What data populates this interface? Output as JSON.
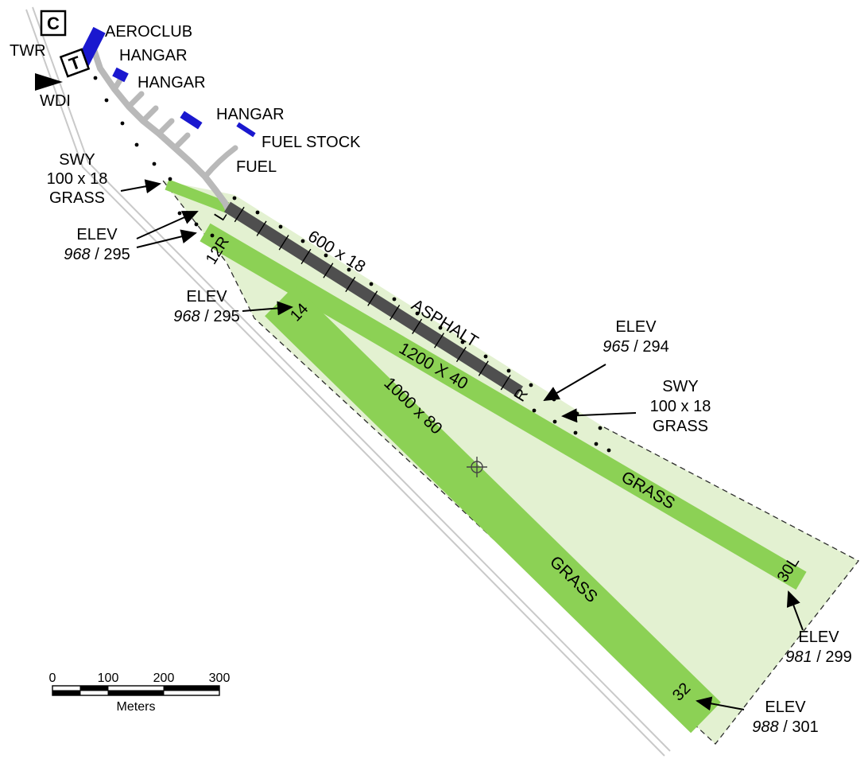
{
  "colors": {
    "field": "#e3f1d1",
    "grass": "#8cd155",
    "asphalt": "#4f4f4f",
    "building": "#1a18cf",
    "taxiway": "#b9b9b9",
    "road": "#c9c9c9"
  },
  "symbols": {
    "signal_area": "C",
    "landing_t": "T",
    "tower": "TWR",
    "wind_indicator": "WDI"
  },
  "buildings": {
    "aeroclub_line1": "AEROCLUB",
    "aeroclub_line2": "HANGAR",
    "hangar_2": "HANGAR",
    "hangar_3": "HANGAR",
    "fuel_stock": "FUEL STOCK",
    "fuel": "FUEL"
  },
  "runways": {
    "asphalt": {
      "dimensions": "600 x 18",
      "surface": "ASPHALT",
      "thr_near": "L",
      "thr_far": "R"
    },
    "grass_main": {
      "dimensions": "1200 X 40",
      "surface": "GRASS",
      "thr_near": "12R",
      "thr_far": "30L"
    },
    "grass_cross": {
      "dimensions": "1000 x 80",
      "surface": "GRASS",
      "thr_near": "14",
      "thr_far": "32"
    }
  },
  "stopways": {
    "left": {
      "line1": "SWY",
      "line2": "100 x 18",
      "line3": "GRASS"
    },
    "right": {
      "line1": "SWY",
      "line2": "100 x 18",
      "line3": "GRASS"
    }
  },
  "elevations": {
    "label": "ELEV",
    "sep": " / ",
    "thr_12l": {
      "ft": "968",
      "m": "295"
    },
    "thr_14": {
      "ft": "968",
      "m": "295"
    },
    "thr_30r": {
      "ft": "965",
      "m": "294"
    },
    "thr_30l": {
      "ft": "981",
      "m": "299"
    },
    "thr_32": {
      "ft": "988",
      "m": "301"
    }
  },
  "scale_bar": {
    "ticks": [
      "0",
      "100",
      "200",
      "300"
    ],
    "unit": "Meters"
  }
}
